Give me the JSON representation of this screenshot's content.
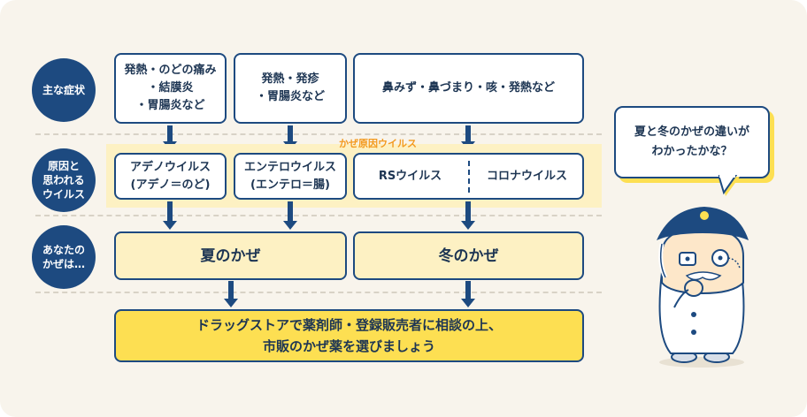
{
  "row_labels": {
    "symptoms": "主な症状",
    "virus": "原因と\n思われる\nウイルス",
    "cold": "あなたの\nかぜは…"
  },
  "symptoms": {
    "adeno": "発熱・のどの痛み\n・結膜炎\n・胃腸炎など",
    "entero": "発熱・発疹\n・胃腸炎など",
    "winter": "鼻みず・鼻づまり・咳・発熱など"
  },
  "band_title": "かぜ原因ウイルス",
  "viruses": {
    "adeno": "アデノウイルス\n(アデノ＝のど)",
    "entero": "エンテロウイルス\n(エンテロ＝腸)",
    "rs": "RSウイルス",
    "corona": "コロナウイルス"
  },
  "colds": {
    "summer": "夏のかぜ",
    "winter": "冬のかぜ"
  },
  "advice": "ドラッグストアで薬剤師・登録販売者に相談の上、\n市販のかぜ薬を選びましょう",
  "bubble": "夏と冬のかぜの違いが\nわかったかな？",
  "colors": {
    "navy": "#1d4a80",
    "light_yellow": "#fdf1c3",
    "yellow": "#fddf52",
    "orange": "#f39a1f",
    "background": "#f8f4ec"
  },
  "character": "pharmacist-mascot"
}
